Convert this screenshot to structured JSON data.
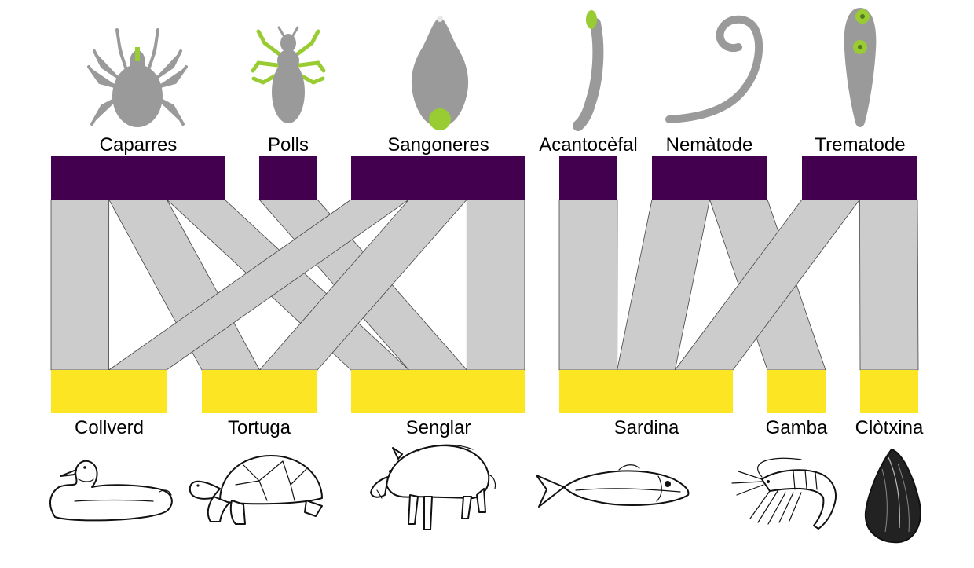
{
  "colors": {
    "parasite_bar": "#42004e",
    "host_bar": "#fce522",
    "link": "#cccccc",
    "link_stroke": "#444444",
    "parasite_icon": "#9a9a9a",
    "parasite_icon_accent": "#99cc33"
  },
  "parasites": [
    {
      "label": "Caparres",
      "icon": "tick-icon"
    },
    {
      "label": "Polls",
      "icon": "louse-icon"
    },
    {
      "label": "Sangoneres",
      "icon": "leech-icon"
    },
    {
      "label": "Acantocèfal",
      "icon": "acanthocephalan-icon"
    },
    {
      "label": "Nemàtode",
      "icon": "nematode-icon"
    },
    {
      "label": "Trematode",
      "icon": "trematode-icon"
    }
  ],
  "hosts": [
    {
      "label": "Collverd",
      "icon": "duck-icon"
    },
    {
      "label": "Tortuga",
      "icon": "turtle-icon"
    },
    {
      "label": "Senglar",
      "icon": "boar-icon"
    },
    {
      "label": "Sardina",
      "icon": "sardine-icon"
    },
    {
      "label": "Gamba",
      "icon": "shrimp-icon"
    },
    {
      "label": "Clòtxina",
      "icon": "mussel-icon"
    }
  ],
  "links": [
    {
      "parasite": "Caparres",
      "host": "Collverd"
    },
    {
      "parasite": "Caparres",
      "host": "Tortuga"
    },
    {
      "parasite": "Caparres",
      "host": "Senglar"
    },
    {
      "parasite": "Polls",
      "host": "Senglar"
    },
    {
      "parasite": "Sangoneres",
      "host": "Collverd"
    },
    {
      "parasite": "Sangoneres",
      "host": "Tortuga"
    },
    {
      "parasite": "Sangoneres",
      "host": "Senglar"
    },
    {
      "parasite": "Acantocèfal",
      "host": "Sardina"
    },
    {
      "parasite": "Nemàtode",
      "host": "Sardina"
    },
    {
      "parasite": "Nemàtode",
      "host": "Gamba"
    },
    {
      "parasite": "Trematode",
      "host": "Sardina"
    },
    {
      "parasite": "Trematode",
      "host": "Clòtxina"
    }
  ]
}
